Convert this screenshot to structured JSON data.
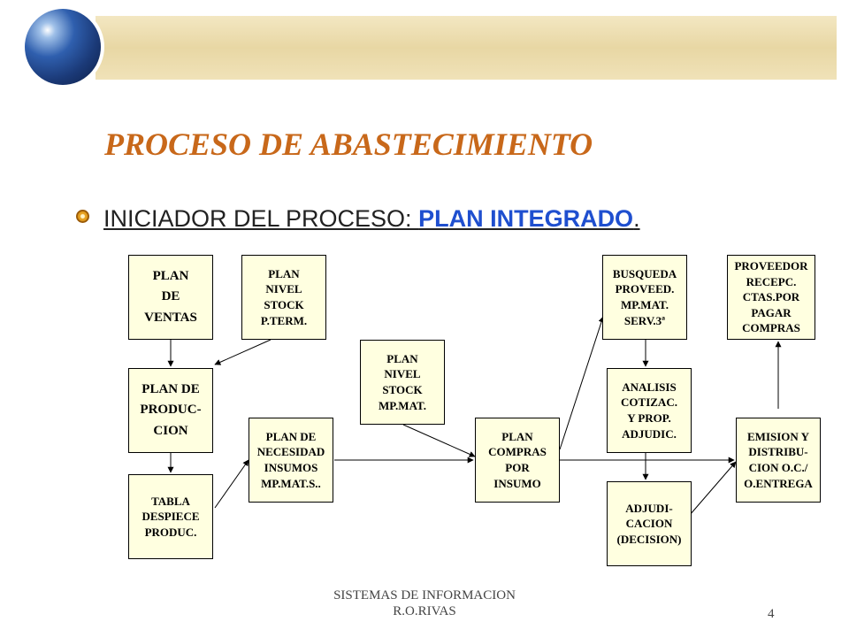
{
  "slide": {
    "title": "PROCESO DE ABASTECIMIENTO",
    "bullet": {
      "prefix": "INICIADOR DEL PROCESO: ",
      "highlight": "PLAN INTEGRADO",
      "suffix": ".",
      "highlight_color": "#1f4fcf"
    },
    "title_color": "#c8681a",
    "box_fill": "#ffffe0",
    "footer": "SISTEMAS DE INFORMACION\nR.O.RIVAS",
    "page_number": "4"
  },
  "diagram": {
    "nodes": {
      "plan_ventas": "PLAN\nDE\nVENTAS",
      "plan_nivel_stock_pterm": "PLAN\nNIVEL\nSTOCK\nP.TERM.",
      "plan_produccion": "PLAN DE\nPRODUC-\nCION",
      "tabla_despiece": "TABLA\nDESPIECE\nPRODUC.",
      "plan_necesidad_insumos": "PLAN DE\nNECESIDAD\nINSUMOS\nMP.MAT.S..",
      "plan_nivel_stock_mpmat": "PLAN\nNIVEL\nSTOCK\nMP.MAT.",
      "plan_compras": "PLAN\nCOMPRAS\nPOR\nINSUMO",
      "busqueda_proveed": "BUSQUEDA\nPROVEED.\nMP.MAT.\nSERV.3ª",
      "analisis_cotizac": "ANALISIS\nCOTIZAC.\nY PROP.\nADJUDIC.",
      "adjudicacion": "ADJUDI-\nCACION\n(DECISION)",
      "emision_distribucion": "EMISION Y\nDISTRIBU-\nCION O.C./\nO.ENTREGA",
      "proveedor_recepc": "PROVEEDOR\nRECEPC.\nCTAS.POR\nPAGAR\nCOMPRAS"
    },
    "edges": [
      [
        "plan_ventas",
        "plan_produccion"
      ],
      [
        "plan_nivel_stock_pterm",
        "plan_produccion"
      ],
      [
        "plan_produccion",
        "tabla_despiece"
      ],
      [
        "tabla_despiece",
        "plan_necesidad_insumos"
      ],
      [
        "plan_necesidad_insumos",
        "plan_compras"
      ],
      [
        "plan_nivel_stock_mpmat",
        "plan_compras"
      ],
      [
        "plan_compras",
        "busqueda_proveed"
      ],
      [
        "busqueda_proveed",
        "analisis_cotizac"
      ],
      [
        "analisis_cotizac",
        "adjudicacion"
      ],
      [
        "plan_compras",
        "emision_distribucion"
      ],
      [
        "adjudicacion",
        "emision_distribucion"
      ],
      [
        "emision_distribucion",
        "proveedor_recepc"
      ]
    ]
  }
}
